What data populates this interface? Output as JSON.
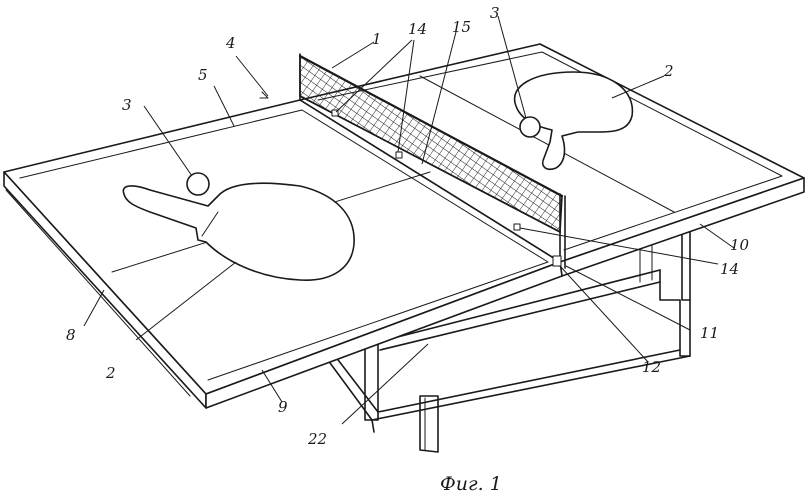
{
  "figure": {
    "caption": "Фиг. 1"
  },
  "callouts": {
    "net": "1",
    "paddle_right": "2",
    "paddle_left": "2",
    "ball_left": "3",
    "ball_right": "3",
    "table_arrow": "4",
    "half_left": "5",
    "edge_left": "8",
    "edge_front": "9",
    "edge_right": "10",
    "clamp_front": "11",
    "joint": "12",
    "hook_top": "14",
    "hook_right": "14",
    "net_cord": "15",
    "support_frame": "22"
  }
}
